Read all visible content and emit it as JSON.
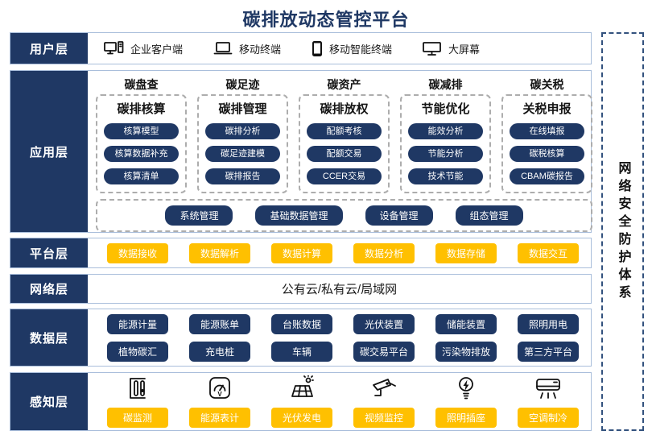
{
  "title": "碳排放动态管控平台",
  "security_bar": {
    "label": "网络安全防护体系"
  },
  "colors": {
    "navy": "#1F3864",
    "orange": "#FFC000",
    "row_border": "#A9BEDB"
  },
  "layers": {
    "user": {
      "label": "用户层",
      "items": [
        {
          "icon": "desktop-pc-icon",
          "label": "企业客户端"
        },
        {
          "icon": "laptop-icon",
          "label": "移动终端"
        },
        {
          "icon": "smartphone-icon",
          "label": "移动智能终端"
        },
        {
          "icon": "big-screen-icon",
          "label": "大屏幕"
        }
      ]
    },
    "app": {
      "label": "应用层",
      "columns": [
        {
          "header": "碳盘查",
          "title": "碳排核算",
          "buttons": [
            "核算模型",
            "核算数据补充",
            "核算清单"
          ]
        },
        {
          "header": "碳足迹",
          "title": "碳排管理",
          "buttons": [
            "碳排分析",
            "碳足迹建模",
            "碳排报告"
          ]
        },
        {
          "header": "碳资产",
          "title": "碳排放权",
          "buttons": [
            "配额考核",
            "配额交易",
            "CCER交易"
          ]
        },
        {
          "header": "碳减排",
          "title": "节能优化",
          "buttons": [
            "能效分析",
            "节能分析",
            "技术节能"
          ]
        },
        {
          "header": "碳关税",
          "title": "关税申报",
          "buttons": [
            "在线填报",
            "碳税核算",
            "CBAM碳报告"
          ]
        }
      ],
      "common_buttons": [
        "系统管理",
        "基础数据管理",
        "设备管理",
        "组态管理"
      ]
    },
    "platform": {
      "label": "平台层",
      "buttons": [
        "数据接收",
        "数据解析",
        "数据计算",
        "数据分析",
        "数据存储",
        "数据交互"
      ]
    },
    "network": {
      "label": "网络层",
      "content": "公有云/私有云/局域网"
    },
    "data": {
      "label": "数据层",
      "rows": [
        [
          "能源计量",
          "能源账单",
          "台账数据",
          "光伏装置",
          "储能装置",
          "照明用电"
        ],
        [
          "植物碳汇",
          "充电桩",
          "车辆",
          "碳交易平台",
          "污染物排放",
          "第三方平台"
        ]
      ]
    },
    "perception": {
      "label": "感知层",
      "items": [
        {
          "icon": "carbon-monitor-icon",
          "label": "碳监测"
        },
        {
          "icon": "energy-meter-icon",
          "label": "能源表计"
        },
        {
          "icon": "solar-power-icon",
          "label": "光伏发电"
        },
        {
          "icon": "video-surveillance-icon",
          "label": "视频监控"
        },
        {
          "icon": "lighting-socket-icon",
          "label": "照明插座"
        },
        {
          "icon": "air-conditioner-icon",
          "label": "空调制冷"
        }
      ]
    }
  }
}
